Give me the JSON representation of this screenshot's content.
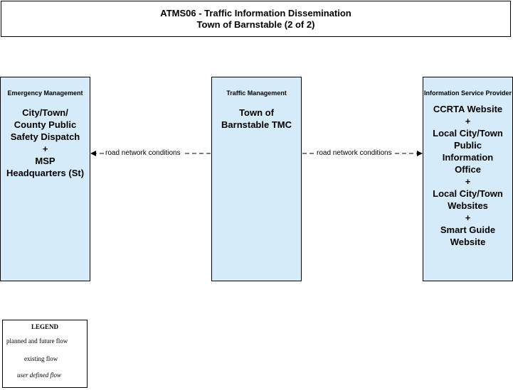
{
  "title": {
    "line1": "ATMS06 - Traffic Information Dissemination",
    "line2": "Town of Barnstable (2 of 2)"
  },
  "boxes": {
    "emergency": {
      "category": "Emergency Management",
      "lines": [
        "City/Town/",
        "County Public",
        "Safety Dispatch",
        "+",
        "MSP",
        "Headquarters (St)"
      ]
    },
    "traffic": {
      "category": "Traffic Management",
      "lines": [
        "Town of",
        "Barnstable TMC"
      ]
    },
    "isp": {
      "category": "Information Service Provider",
      "lines": [
        "CCRTA Website",
        "+",
        "Local City/Town",
        "Public",
        "Information",
        "Office",
        "+",
        "Local City/Town",
        "Websites",
        "+",
        "Smart Guide",
        "Website"
      ]
    }
  },
  "flows": {
    "left": "road network conditions",
    "right": "road network conditions"
  },
  "legend": {
    "title": "LEGEND",
    "planned": "planned and future flow",
    "existing": "existing flow",
    "user": "user defined flow"
  }
}
